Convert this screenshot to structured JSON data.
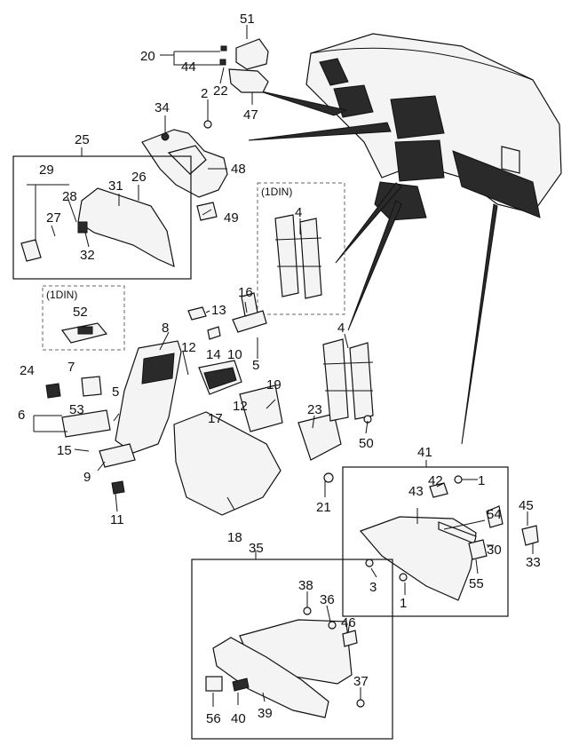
{
  "callouts": {
    "c51": "51",
    "c20": "20",
    "c44": "44",
    "c22": "22",
    "c47": "47",
    "c34": "34",
    "c2": "2",
    "c25": "25",
    "c48": "48",
    "c29": "29",
    "c28": "28",
    "c31": "31",
    "c26": "26",
    "c27": "27",
    "c32": "32",
    "c49": "49",
    "c4a": "4",
    "c4b": "4",
    "c52": "52",
    "c13": "13",
    "c16": "16",
    "c8": "8",
    "c12a": "12",
    "c14": "14",
    "c10": "10",
    "c5a": "5",
    "c5b": "5",
    "c24": "24",
    "c7": "7",
    "c53": "53",
    "c6": "6",
    "c15": "15",
    "c9": "9",
    "c11": "11",
    "c17": "17",
    "c12b": "12",
    "c19": "19",
    "c23": "23",
    "c50": "50",
    "c41": "41",
    "c42": "42",
    "c1a": "1",
    "c1b": "1",
    "c43": "43",
    "c54": "54",
    "c30": "30",
    "c45": "45",
    "c33": "33",
    "c55": "55",
    "c3": "3",
    "c21": "21",
    "c18": "18",
    "c35": "35",
    "c38": "38",
    "c36": "36",
    "c46": "46",
    "c37": "37",
    "c56": "56",
    "c40": "40",
    "c39": "39"
  },
  "variant_labels": {
    "din_top": "(1DIN)",
    "din_left": "(1DIN)"
  },
  "colors": {
    "ink": "#111111",
    "fill": "#f4f4f4",
    "dark": "#2a2a2a"
  }
}
